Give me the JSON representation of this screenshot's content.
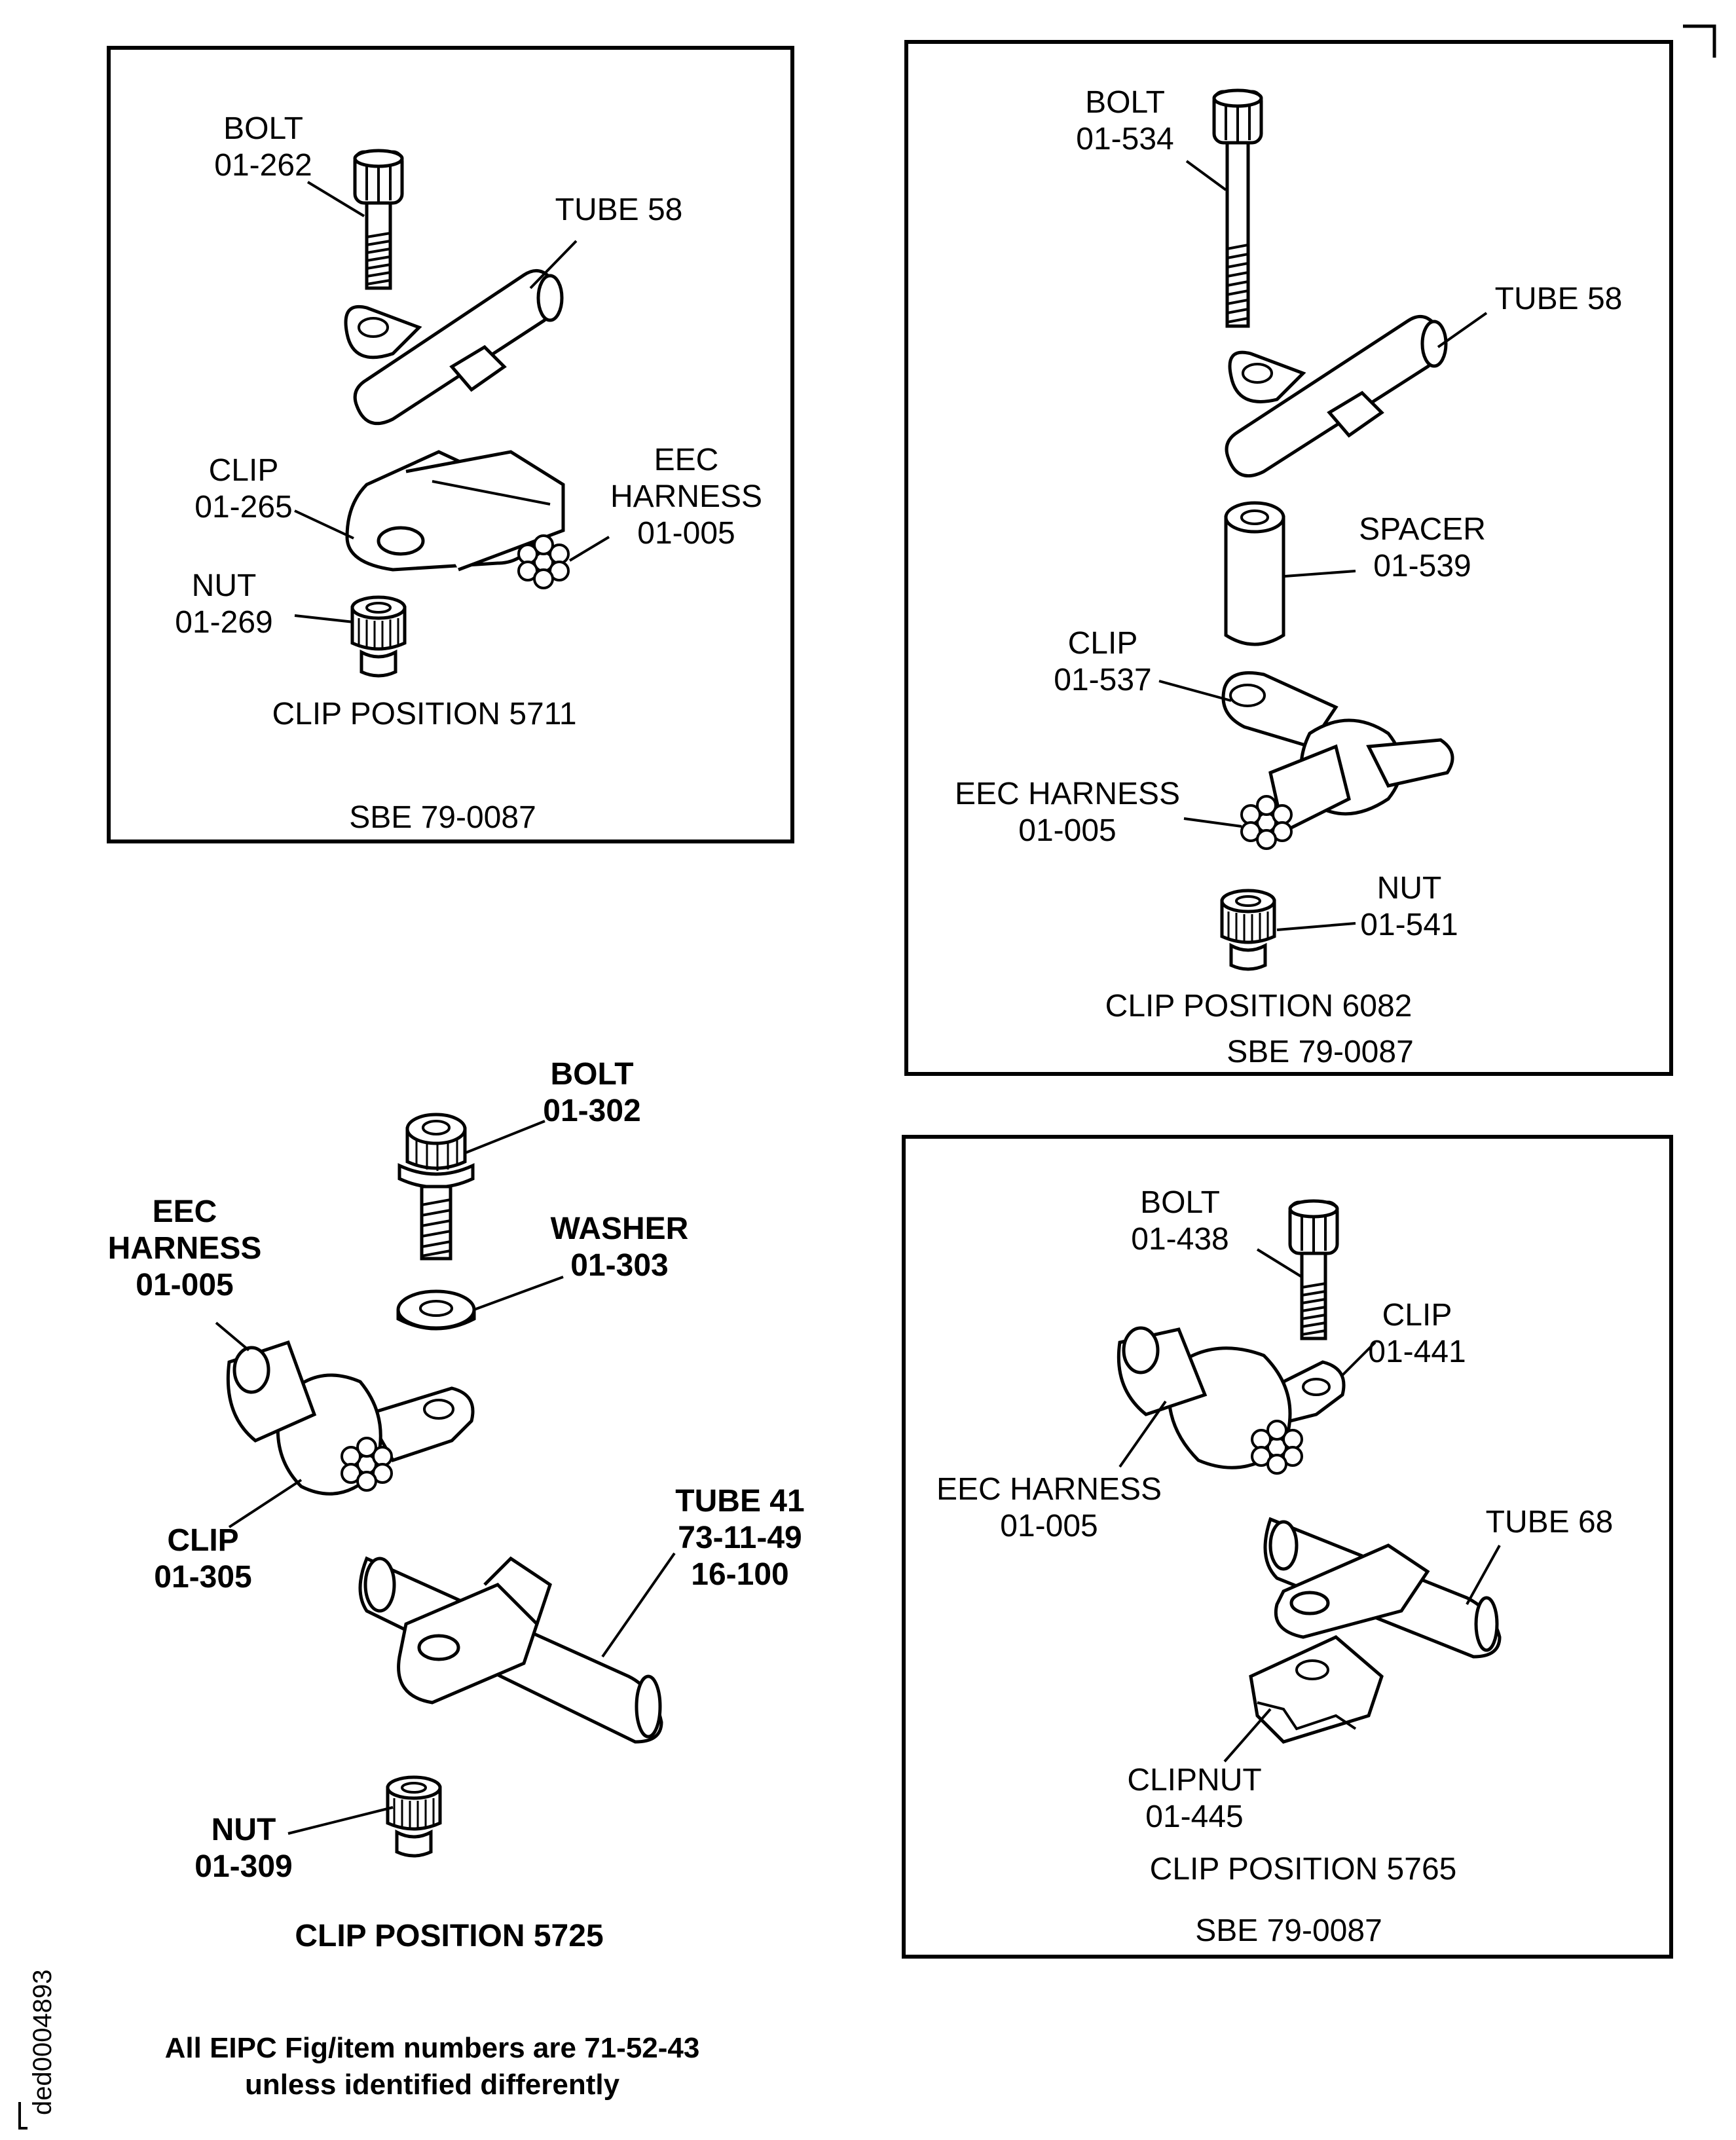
{
  "panels": {
    "p5711": {
      "bolt": [
        "BOLT",
        "01-262"
      ],
      "tube": [
        "TUBE 58"
      ],
      "clip": [
        "CLIP",
        "01-265"
      ],
      "harness": [
        "EEC",
        "HARNESS",
        "01-005"
      ],
      "nut": [
        "NUT",
        "01-269"
      ],
      "position": "CLIP POSITION 5711",
      "sbe": "SBE 79-0087"
    },
    "p6082": {
      "bolt": [
        "BOLT",
        "01-534"
      ],
      "tube": [
        "TUBE 58"
      ],
      "spacer": [
        "SPACER",
        "01-539"
      ],
      "clip": [
        "CLIP",
        "01-537"
      ],
      "harness": [
        "EEC HARNESS",
        "01-005"
      ],
      "nut": [
        "NUT",
        "01-541"
      ],
      "position": "CLIP POSITION 6082",
      "sbe": "SBE 79-0087"
    },
    "p5725": {
      "bolt": [
        "BOLT",
        "01-302"
      ],
      "washer": [
        "WASHER",
        "01-303"
      ],
      "harness": [
        "EEC",
        "HARNESS",
        "01-005"
      ],
      "clip": [
        "CLIP",
        "01-305"
      ],
      "tube": [
        "TUBE 41",
        "73-11-49",
        "16-100"
      ],
      "nut": [
        "NUT",
        "01-309"
      ],
      "position": "CLIP POSITION 5725"
    },
    "p5765": {
      "bolt": [
        "BOLT",
        "01-438"
      ],
      "clip": [
        "CLIP",
        "01-441"
      ],
      "harness": [
        "EEC HARNESS",
        "01-005"
      ],
      "tube": [
        "TUBE 68"
      ],
      "clipnut": [
        "CLIPNUT",
        "01-445"
      ],
      "position": "CLIP POSITION 5765",
      "sbe": "SBE 79-0087"
    }
  },
  "footnote": [
    "All EIPC Fig/item numbers are 71-52-43",
    "unless identified differently"
  ],
  "drawing_id": "ded0004893"
}
